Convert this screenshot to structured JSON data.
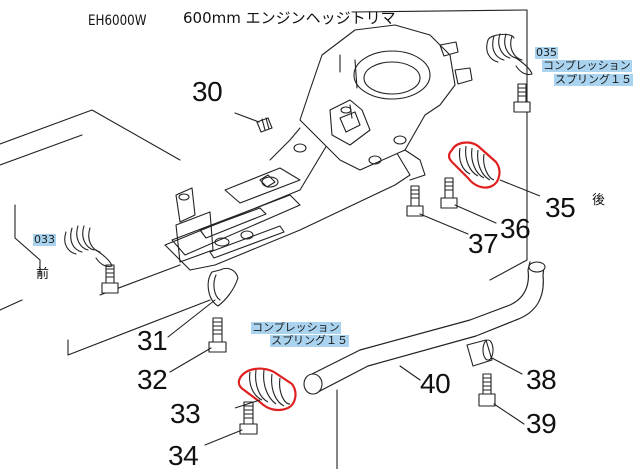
{
  "header": {
    "model": "EH6000W",
    "title": "600mm エンジンヘッジトリマ"
  },
  "parts": [
    "30",
    "31",
    "32",
    "33",
    "34",
    "35",
    "36",
    "37",
    "38",
    "39",
    "40"
  ],
  "callouts": {
    "c035": {
      "code": "035",
      "line1": "コンプレッション",
      "line2": "スプリング１５"
    },
    "c033": {
      "code": "033"
    },
    "center": {
      "line1": "コンプレッション",
      "line2": "スプリング１５"
    }
  },
  "direction": {
    "rear": "後",
    "front": "前"
  },
  "colors": {
    "highlight": "#a9d3ee",
    "spring_outline": "#e02020",
    "line": "#222222"
  }
}
